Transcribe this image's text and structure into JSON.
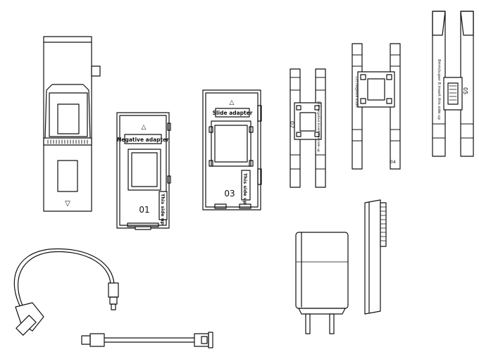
{
  "labels": {
    "negative_adapter": "Negative adapter",
    "slide_adapter": "Slide adapter",
    "this_side_up": "This side up",
    "num_01": "01",
    "num_02": "02",
    "num_03": "03",
    "num_04": "04",
    "num_05": "05",
    "holder_02_side": "110 negative insert this side up",
    "holder_04_side": "135 negative insert",
    "holder_05_side": "8mm/super 8 insert this side up"
  },
  "icons": {
    "triangle_up": "△",
    "triangle_down": "▽"
  },
  "colors": {
    "line": "#111111",
    "background": "#ffffff"
  }
}
